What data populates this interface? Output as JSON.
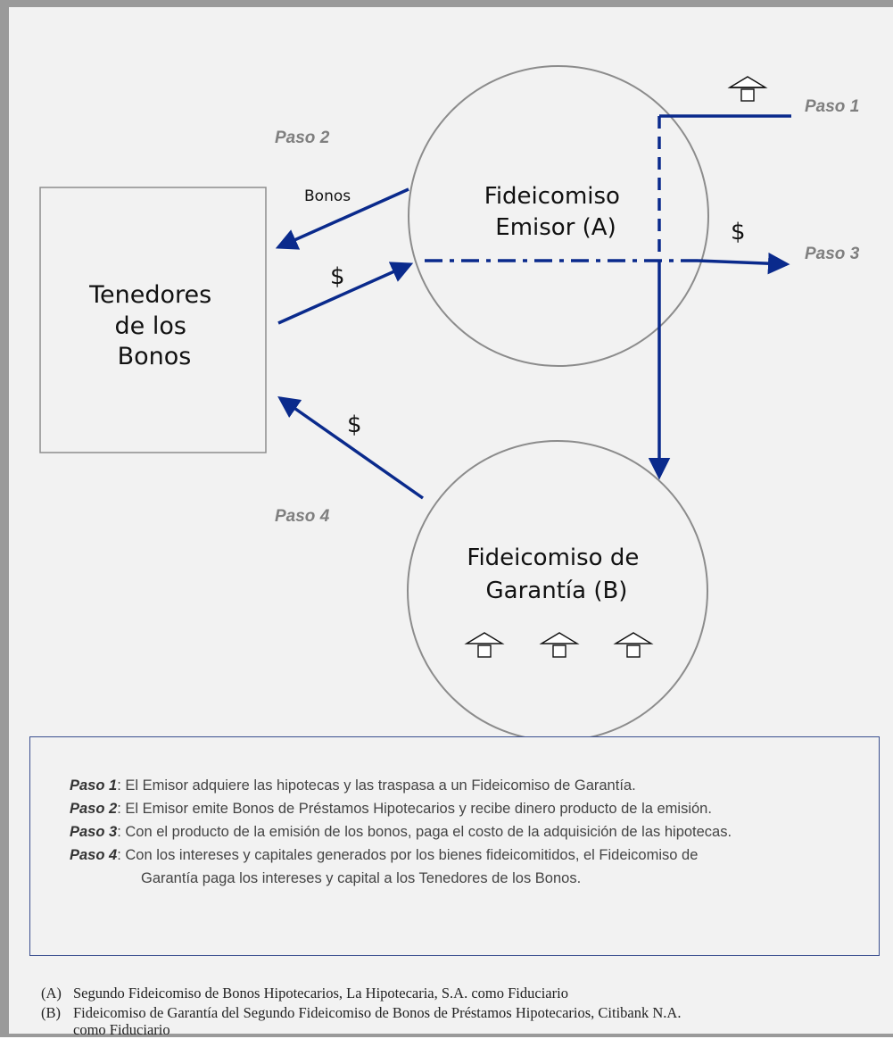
{
  "diagram": {
    "nodes": {
      "tenedores": {
        "lines": [
          "Tenedores",
          "de los",
          "Bonos"
        ]
      },
      "emisor": {
        "lines": [
          "Fideicomiso",
          "Emisor (A)"
        ]
      },
      "garantia": {
        "lines": [
          "Fideicomiso de",
          "Garantía (B)"
        ]
      }
    },
    "steps": {
      "paso1": "Paso 1",
      "paso2": "Paso 2",
      "paso3": "Paso 3",
      "paso4": "Paso 4"
    },
    "edge_labels": {
      "bonos": "Bonos",
      "dollar_in": "$",
      "dollar_out": "$",
      "dollar_back": "$"
    },
    "icons": [
      "house-icon",
      "house-icon",
      "house-icon",
      "house-icon"
    ]
  },
  "legend": {
    "items": [
      {
        "label": "Paso 1",
        "text": ": El Emisor adquiere las hipotecas y las traspasa a un Fideicomiso de Garantía."
      },
      {
        "label": "Paso 2",
        "text": ": El Emisor emite Bonos de Préstamos Hipotecarios y recibe dinero producto de la emisión."
      },
      {
        "label": "Paso 3",
        "text": ": Con el producto de la emisión de los bonos, paga el costo de la adquisición de las hipotecas."
      },
      {
        "label": "Paso 4",
        "text": ": Con los intereses y capitales generados por los bienes fideicomitidos, el Fideicomiso de",
        "continuation": "Garantía paga los intereses y capital a los Tenedores de los Bonos."
      }
    ]
  },
  "notes": [
    {
      "key": "(A)",
      "text": "Segundo Fideicomiso de Bonos Hipotecarios, La Hipotecaria, S.A. como Fiduciario"
    },
    {
      "key": "(B)",
      "text": "Fideicomiso de Garantía del Segundo Fideicomiso de Bonos de Préstamos Hipotecarios, Citibank N.A.",
      "continuation": "como Fiduciario"
    }
  ]
}
